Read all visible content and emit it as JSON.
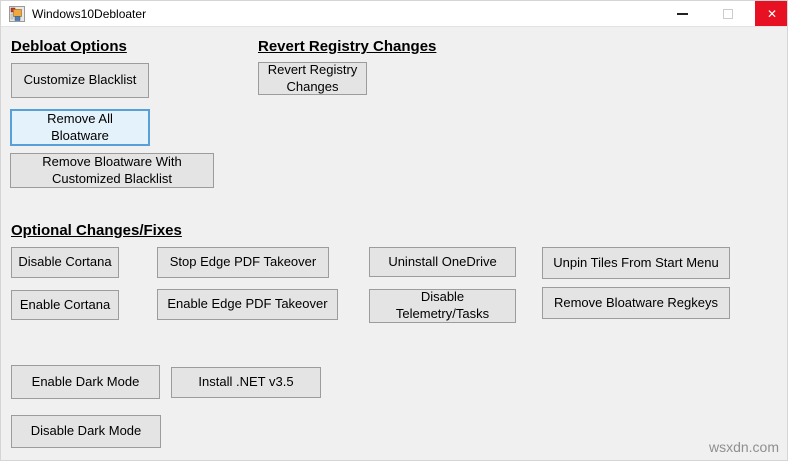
{
  "window": {
    "title": "Windows10Debloater",
    "controls": {
      "close_glyph": "✕"
    }
  },
  "debloat_options": {
    "heading": "Debloat Options",
    "customize_blacklist": "Customize Blacklist",
    "remove_all_bloatware": "Remove All\nBloatware",
    "remove_bloatware_custom": "Remove Bloatware With\nCustomized Blacklist"
  },
  "revert_registry": {
    "heading": "Revert Registry Changes",
    "revert_button": "Revert Registry\nChanges"
  },
  "optional_changes": {
    "heading": "Optional Changes/Fixes",
    "disable_cortana": "Disable Cortana",
    "stop_edge_pdf": "Stop Edge PDF Takeover",
    "uninstall_onedrive": "Uninstall OneDrive",
    "unpin_tiles": "Unpin Tiles From Start Menu",
    "enable_cortana": "Enable Cortana",
    "enable_edge_pdf": "Enable Edge PDF Takeover",
    "disable_telemetry": "Disable\nTelemetry/Tasks",
    "remove_regkeys": "Remove Bloatware Regkeys",
    "enable_dark_mode": "Enable Dark Mode",
    "install_net": "Install .NET v3.5",
    "disable_dark_mode": "Disable Dark Mode"
  },
  "watermark": "wsxdn.com",
  "colors": {
    "close_button": "#e81123",
    "client_background": "#f0f0f0",
    "button_background": "#e4e4e4",
    "button_border": "#9c9c9c",
    "focused_button_background": "#e4f2fb",
    "focused_button_border": "#58a0d7"
  }
}
